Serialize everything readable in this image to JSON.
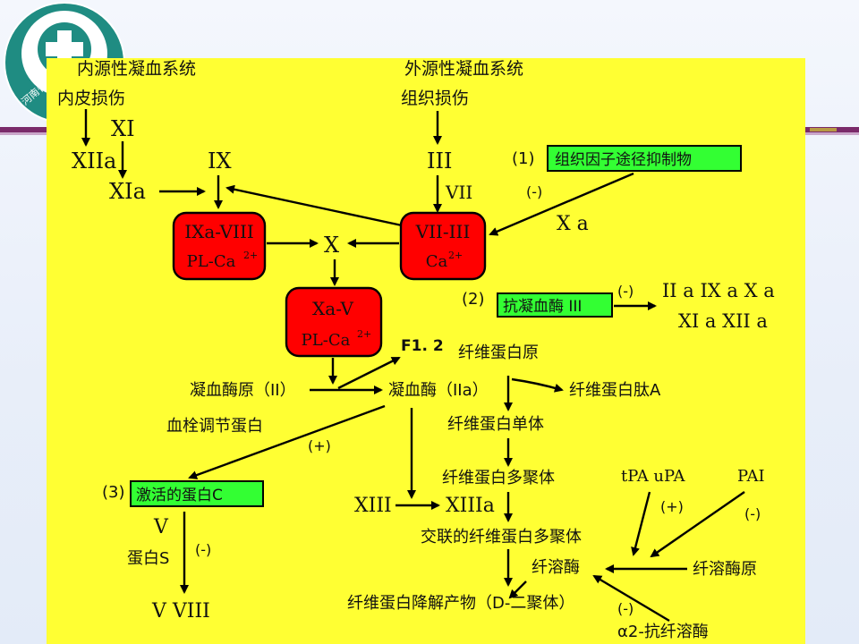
{
  "logo": {
    "ring_text": "河南省",
    "colors": {
      "teal": "#1f8c82",
      "white": "#ffffff"
    }
  },
  "colors": {
    "panel": "#ffff33",
    "red_box": "#ff0000",
    "green_box": "#33ff33",
    "arrow": "#000000",
    "divider": "#7a2a6a"
  },
  "intrinsic": {
    "title": "内源性凝血系统",
    "trigger": "内皮损伤"
  },
  "extrinsic": {
    "title": "外源性凝血系统",
    "trigger": "组织损伤"
  },
  "factors": {
    "xi": "XI",
    "xiia": "XIIa",
    "xia": "XIa",
    "ix": "IX",
    "iii": "III",
    "vii": "VII",
    "x": "X",
    "xa": "X a",
    "prothrombin": "凝血酶原（II）",
    "f12": "F1. 2",
    "thrombin": "凝血酶（IIa）",
    "fibrinogen": "纤维蛋白原",
    "fibrinopeptide_a": "纤维蛋白肽A",
    "fibrin_monomer": "纤维蛋白单体",
    "fibrin_polymer": "纤维蛋白多聚体",
    "xiii": "XIII",
    "xiiia": "XIIIa",
    "crosslinked_fibrin": "交联的纤维蛋白多聚体",
    "thrombomodulin": "血栓调节蛋白",
    "tpa_upa": "tPA uPA",
    "pai": "PAI",
    "plasmin": "纤溶酶",
    "plasminogen": "纤溶酶原",
    "fdp": "纤维蛋白降解产物（D-二聚体）",
    "antiplasmin": "α2-抗纤溶酶",
    "v_in": "V",
    "protein_s": "蛋白S",
    "v_viii_out": "V  VIII",
    "at3_targets_1": "II a  IX a  X a",
    "at3_targets_2": "XI a  XII a"
  },
  "complexes": {
    "ixa_viii": {
      "line1": "IXa-VIII",
      "line2": "PL-Ca",
      "sup": "2+"
    },
    "vii_iii": {
      "line1": "VII-III",
      "line2": "Ca",
      "sup": "2+"
    },
    "xa_v": {
      "line1": "Xa-V",
      "line2": "PL-Ca",
      "sup": "2+"
    }
  },
  "inhibitors": {
    "tfpi": {
      "num": "(1)",
      "label": "组织因子途径抑制物",
      "effect": "(-)"
    },
    "at3": {
      "num": "(2)",
      "label": "抗凝血酶 III",
      "effect": "(-)"
    },
    "apc": {
      "num": "(3)",
      "label": "激活的蛋白C",
      "effect": "(-)"
    }
  },
  "effects": {
    "thrombomodulin": "(+)",
    "tpa_upa": "(+)",
    "pai": "(-)",
    "antiplasmin": "(-)"
  }
}
